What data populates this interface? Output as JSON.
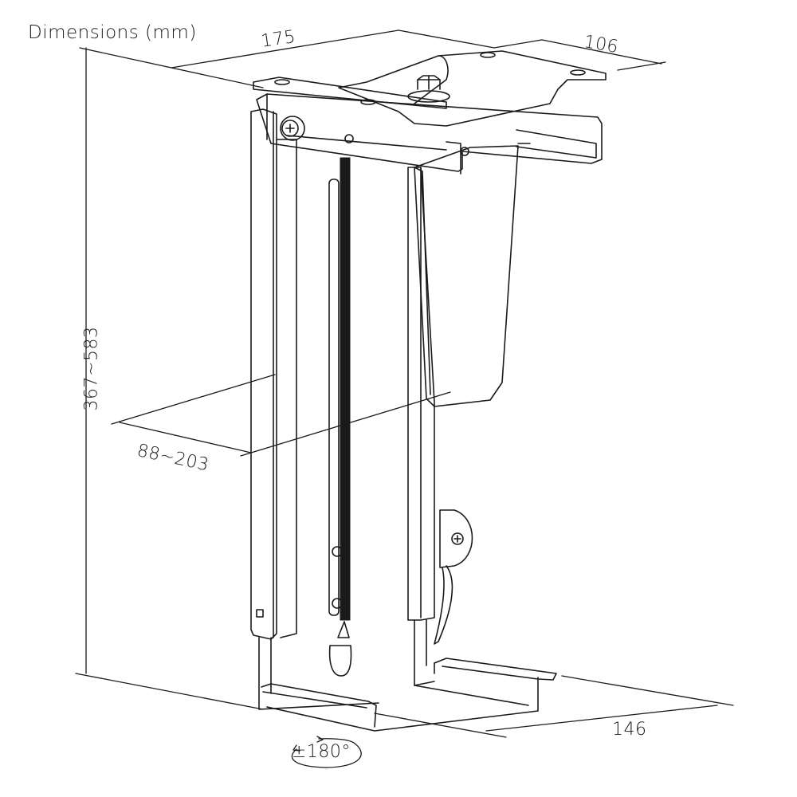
{
  "diagram": {
    "title": "Dimensions (mm)",
    "subject": "under-desk PC holder / CPU mount",
    "dimensions": {
      "top_width": "175",
      "top_depth": "106",
      "height_range": "367~583",
      "width_range": "88~203",
      "base_depth": "146",
      "rotation": "±180°"
    },
    "colors": {
      "line": "#1a1a1a",
      "background": "#ffffff"
    }
  }
}
